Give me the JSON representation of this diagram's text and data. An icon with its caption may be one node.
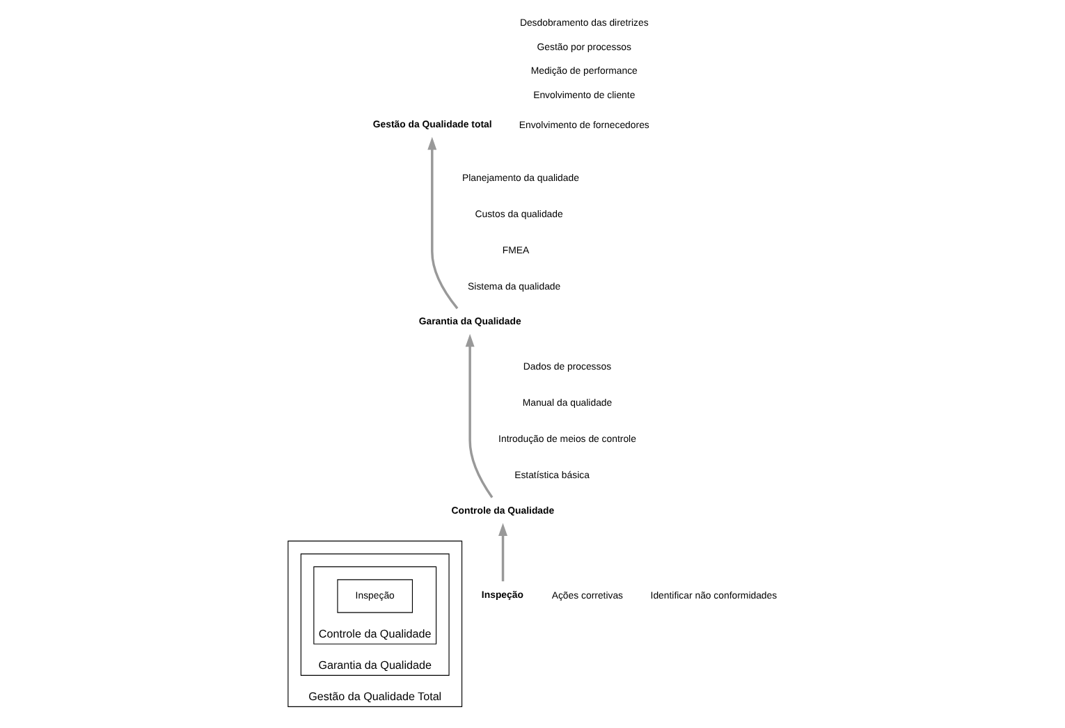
{
  "diagram": {
    "nodes": [
      {
        "text": [
          "Gestão da Qualidade Total"
        ]
      },
      {
        "text": [
          "Garantia da Qualidade"
        ],
        "in": 0
      },
      {
        "text": [
          "Controle da Qualidade"
        ],
        "in": 1
      },
      {
        "text": [
          "Inspeção"
        ],
        "in": 2
      },
      {
        "text": [
          "Inspeção"
        ],
        "beside": [
          "Ações corretivas",
          "Identificar não conformidades"
        ]
      },
      {
        "text": [
          "Controle da Qualidade"
        ]
      },
      {
        "text": [
          "Garantia da Qualidade"
        ]
      },
      {
        "text": [
          "Gestão da Qualidade total"
        ],
        "beside": [
          "Desdobramento das diretrizes",
          "Gestão por processos",
          "Medição de performance",
          "Envolvimento de cliente",
          "Envolvimento de fornecedores"
        ]
      }
    ],
    "edges": [
      {
        "from": 4,
        "to": 5,
        "arrow": "to"
      },
      {
        "from": 5,
        "to": 6,
        "arrow": "to"
      },
      {
        "from": 6,
        "to": 7,
        "arrow": "to"
      }
    ],
    "labels": [
      "Dados de processos",
      "Manual da qualidade",
      "Introdução de meios de controle",
      "Estatística básica",
      "Planejamento da qualidade",
      "Custos da qualidade",
      "FMEA",
      "Sistema da qualidade"
    ]
  }
}
